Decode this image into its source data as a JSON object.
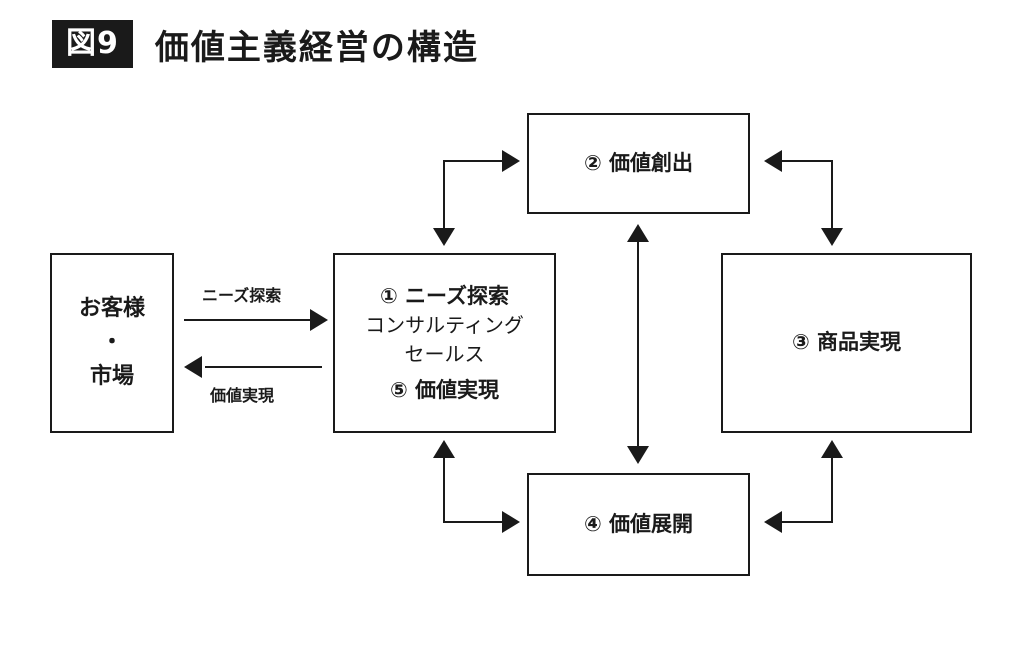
{
  "figure": {
    "badge": "図9",
    "title": "価値主義経営の構造"
  },
  "boxes": {
    "customer": {
      "line1": "お客様",
      "line2": "・",
      "line3": "市場"
    },
    "center": {
      "line1": "① ニーズ探索",
      "line2": "コンサルティング",
      "line3": "セールス",
      "line4": "⑤ 価値実現"
    },
    "create": {
      "label": "② 価値創出"
    },
    "product": {
      "label": "③ 商品実現"
    },
    "develop": {
      "label": "④ 価値展開"
    }
  },
  "arrows": {
    "to_center_label": "ニーズ探索",
    "to_customer_label": "価値実現"
  }
}
